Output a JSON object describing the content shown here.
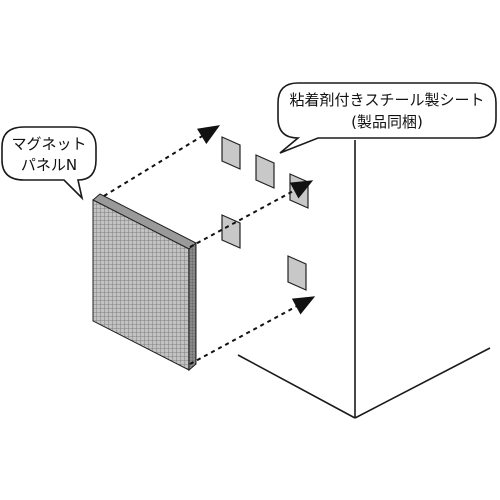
{
  "callouts": {
    "panel": {
      "line1": "マグネット",
      "line2": "パネルN"
    },
    "sheet": {
      "line1": "粘着剤付きスチール製シート",
      "line2": "(製品同梱)"
    }
  },
  "colors": {
    "line": "#1a1a1a",
    "panel_face": "#c2c2c2",
    "panel_grid": "#6e6e6e",
    "panel_side": "#8a8a8a",
    "steel_square": "#c8c8c8",
    "background": "#ffffff"
  }
}
